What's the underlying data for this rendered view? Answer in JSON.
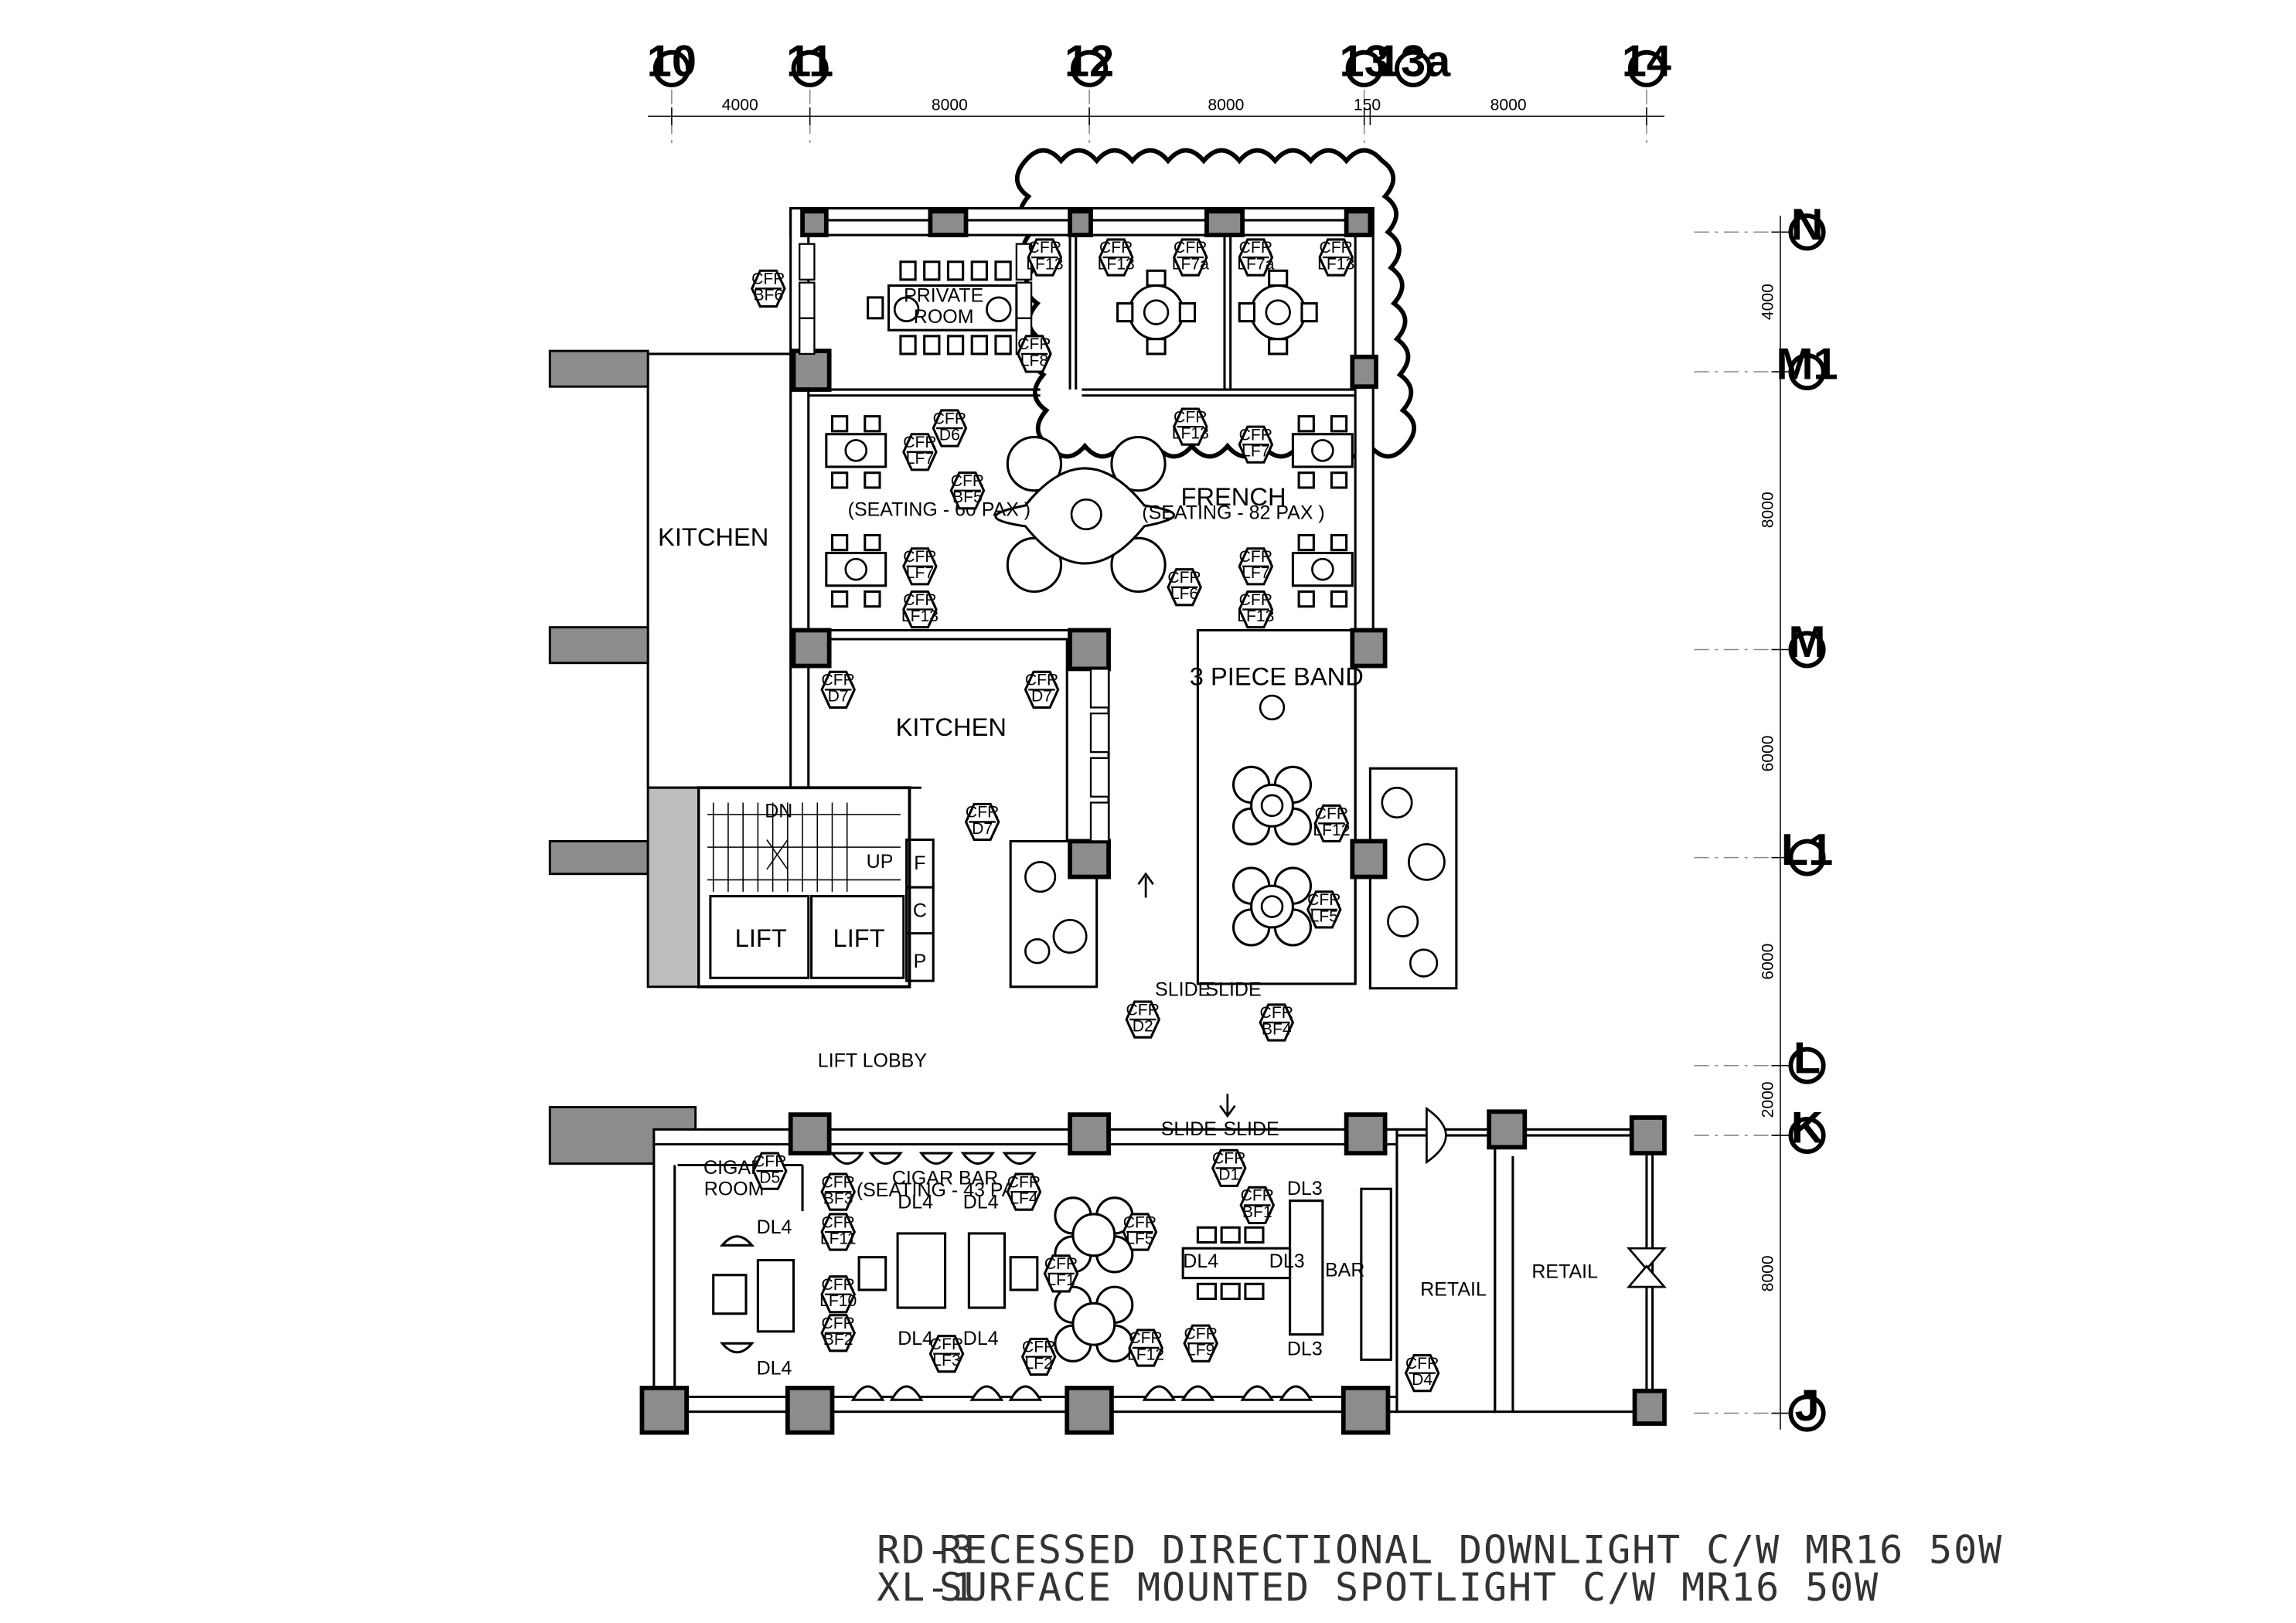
{
  "grid_top": [
    {
      "label": "10"
    },
    {
      "label": "11"
    },
    {
      "label": "12"
    },
    {
      "label": "13"
    },
    {
      "label": "13a"
    },
    {
      "label": "14"
    }
  ],
  "grid_right": [
    {
      "label": "N"
    },
    {
      "label": "M1"
    },
    {
      "label": "M"
    },
    {
      "label": "L1"
    },
    {
      "label": "L"
    },
    {
      "label": "K"
    },
    {
      "label": "J"
    }
  ],
  "dims_top": [
    "4000",
    "8000",
    "8000",
    "150",
    "8000"
  ],
  "dims_right": [
    "4000",
    "8000",
    "6000",
    "6000",
    "2000",
    "8000"
  ],
  "rooms": {
    "private_room": "PRIVATE\nROOM",
    "kitchen_left": "KITCHEN",
    "kitchen_mid": "KITCHEN",
    "french": "FRENCH",
    "french_seating": "(SEATING - 82 PAX )",
    "seating_left": "(SEATING - 60 PAX )",
    "band": "3 PIECE BAND",
    "lift1": "LIFT",
    "lift2": "LIFT",
    "dn": "DN",
    "up": "UP",
    "f": "F",
    "c": "C",
    "p": "P",
    "lift_lobby": "LIFT LOBBY",
    "cigar_room": "CIGAR\nROOM",
    "cigar_bar": "CIGAR BAR",
    "cigar_seating": "(SEATING - 43 PAX)",
    "bar": "BAR",
    "retail1": "RETAIL",
    "retail2": "RETAIL",
    "slide1": "SLIDE",
    "slide2": "SLIDE",
    "slide3": "SLIDE",
    "slide4": "SLIDE"
  },
  "tags": [
    {
      "top": "CFR",
      "bot": "BF6"
    },
    {
      "top": "CFR",
      "bot": "LF8"
    },
    {
      "top": "CFR",
      "bot": "LF13"
    },
    {
      "top": "CFR",
      "bot": "LF13"
    },
    {
      "top": "CFR",
      "bot": "LF7a"
    },
    {
      "top": "CFR",
      "bot": "LF7a"
    },
    {
      "top": "CFR",
      "bot": "LF13"
    },
    {
      "top": "CFR",
      "bot": "LF8"
    },
    {
      "top": "CFR",
      "bot": "D6"
    },
    {
      "top": "CFR",
      "bot": "LF7"
    },
    {
      "top": "CFR",
      "bot": "BF5"
    },
    {
      "top": "CFR",
      "bot": "LF13"
    },
    {
      "top": "CFR",
      "bot": "LF7"
    },
    {
      "top": "CFR",
      "bot": "LF7"
    },
    {
      "top": "CFR",
      "bot": "LF13"
    },
    {
      "top": "CFR",
      "bot": "LF6"
    },
    {
      "top": "CFR",
      "bot": "LF7"
    },
    {
      "top": "CFR",
      "bot": "LF13"
    },
    {
      "top": "CFR",
      "bot": "D7"
    },
    {
      "top": "CFR",
      "bot": "D7"
    },
    {
      "top": "CFR",
      "bot": "D7"
    },
    {
      "top": "CFR",
      "bot": "LF12"
    },
    {
      "top": "CFR",
      "bot": "LF5"
    },
    {
      "top": "CFR",
      "bot": "D2"
    },
    {
      "top": "CFR",
      "bot": "BF4"
    },
    {
      "top": "CFR",
      "bot": "D5"
    },
    {
      "top": "CFR",
      "bot": "BF3"
    },
    {
      "top": "CFR",
      "bot": "LF11"
    },
    {
      "top": "CFR",
      "bot": "LF4"
    },
    {
      "top": "CFR",
      "bot": "D1"
    },
    {
      "top": "CFR",
      "bot": "LF5"
    },
    {
      "top": "CFR",
      "bot": "BF1"
    },
    {
      "top": "CFR",
      "bot": "LF10"
    },
    {
      "top": "CFR",
      "bot": "BF2"
    },
    {
      "top": "CFR",
      "bot": "LF3"
    },
    {
      "top": "CFR",
      "bot": "LF1"
    },
    {
      "top": "CFR",
      "bot": "LF2"
    },
    {
      "top": "CFR",
      "bot": "LF12"
    },
    {
      "top": "CFR",
      "bot": "LF9"
    },
    {
      "top": "CFR",
      "bot": "D4"
    }
  ],
  "dl_labels": [
    "DL4",
    "DL4",
    "DL4",
    "DL4",
    "DL4",
    "DL4",
    "DL4",
    "DL3",
    "DL3",
    "DL3"
  ],
  "legend": [
    {
      "code": "RD-3",
      "text": "RECESSED DIRECTIONAL DOWNLIGHT C/W MR16 50W"
    },
    {
      "code": "XL-1",
      "text": "SURFACE MOUNTED SPOTLIGHT C/W MR16 50W"
    }
  ]
}
